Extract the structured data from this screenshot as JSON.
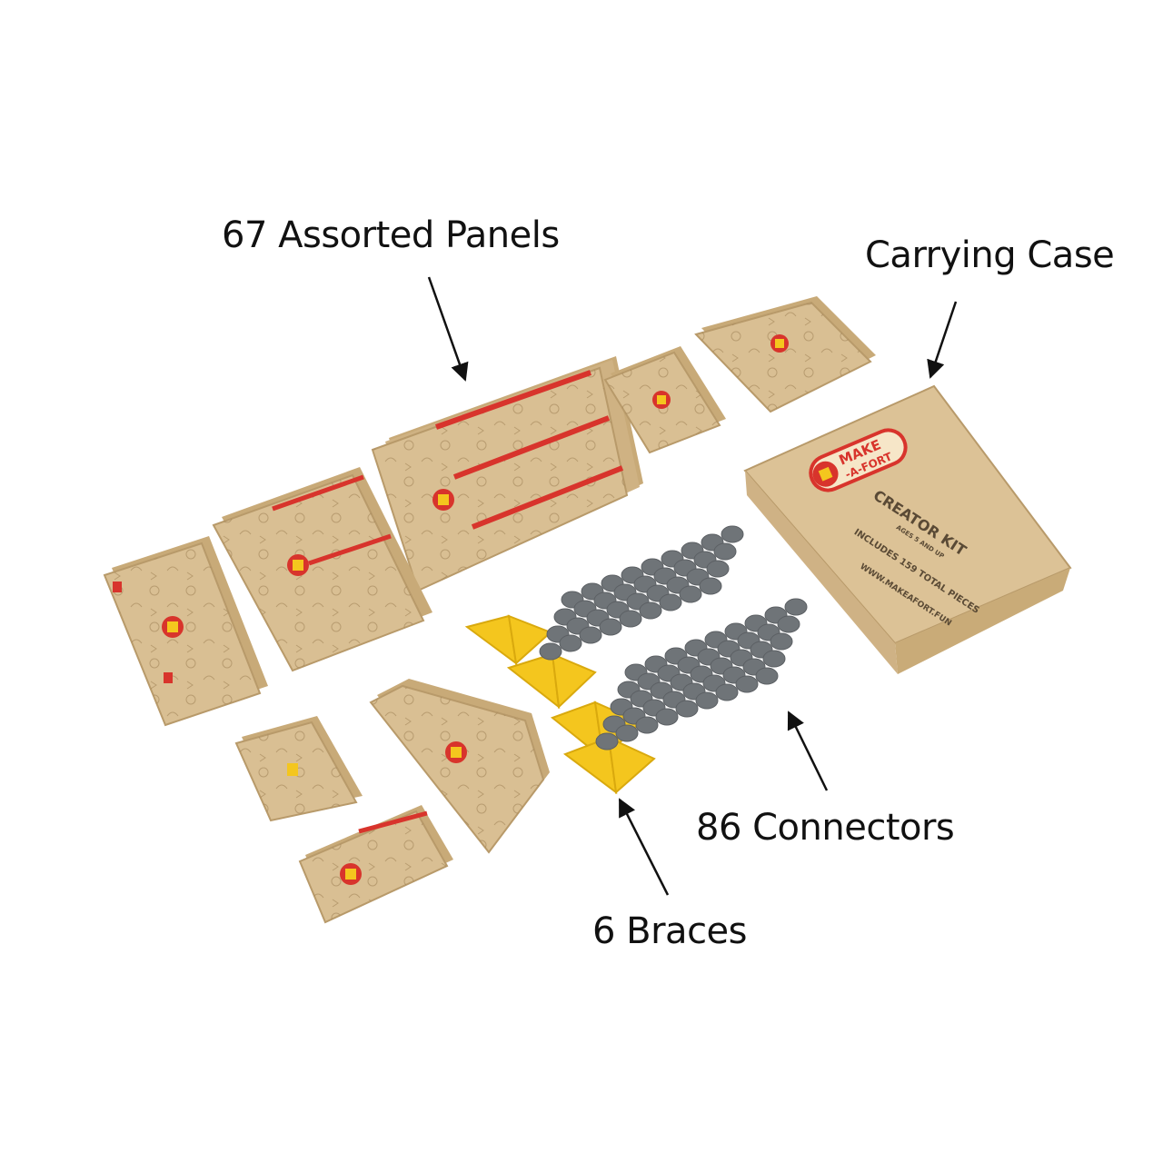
{
  "callouts": {
    "panels": "67 Assorted Panels",
    "case": "Carrying Case",
    "connectors": "86 Connectors",
    "braces": "6 Braces"
  },
  "box": {
    "brand_line1": "MAKE",
    "brand_line2": "-A-FORT",
    "product": "CREATOR KIT",
    "ages": "AGES 5 AND UP",
    "pieces": "INCLUDES 159 TOTAL PIECES",
    "url": "WWW.MAKEAFORT.FUN"
  },
  "colors": {
    "cardboard": "#d9bf93",
    "cardboard_edge": "#b89a6a",
    "stripe": "#d8342c",
    "brace": "#f4c61e",
    "connector": "#6f7478",
    "text": "#111111"
  }
}
